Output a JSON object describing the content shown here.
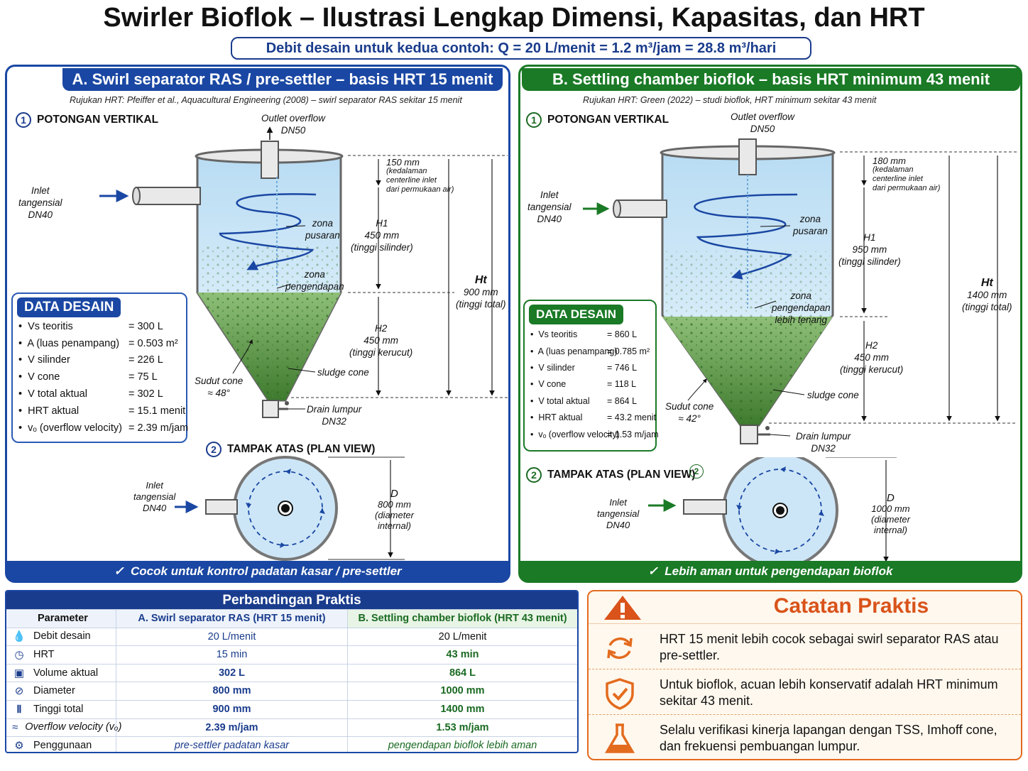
{
  "title": "Swirler Bioflok – Ilustrasi Lengkap Dimensi, Kapasitas, dan HRT",
  "subtitle": "Debit desain untuk kedua contoh: Q = 20 L/menit = 1.2 m³/jam = 28.8 m³/hari",
  "panelA": {
    "header": "A. Swirl separator RAS / pre-settler – basis HRT 15 menit",
    "ref": "Rujukan HRT: Pfeiffer et al., Aquacultural Engineering (2008) – swirl separator RAS sekitar 15 menit",
    "sec1_num": "1",
    "sec1": "POTONGAN VERTIKAL",
    "sec2_num": "2",
    "sec2": "TAMPAK ATAS (PLAN VIEW)",
    "outlet": [
      "Outlet overflow",
      "DN50"
    ],
    "inlet": [
      "Inlet",
      "tangensial",
      "DN40"
    ],
    "depth": [
      "150 mm",
      "(kedalaman",
      "centerline inlet",
      "dari permukaan air)"
    ],
    "zona_pusaran": [
      "zona",
      "pusaran"
    ],
    "zona_pengendapan": [
      "zona",
      "pengendapan"
    ],
    "h1": [
      "H1",
      "450 mm",
      "(tinggi silinder)"
    ],
    "h2": [
      "H2",
      "450 mm",
      "(tinggi kerucut)"
    ],
    "ht": [
      "Ht",
      "900 mm",
      "(tinggi total)"
    ],
    "sludge": "sludge cone",
    "angle": [
      "Sudut cone",
      "≈ 48°"
    ],
    "drain": [
      "Drain lumpur",
      "DN32"
    ],
    "plan_inlet": [
      "Inlet",
      "tangensial",
      "DN40"
    ],
    "diam": [
      "D",
      "800 mm",
      "(diameter",
      "internal)"
    ],
    "data_title": "DATA DESAIN",
    "data": [
      {
        "k": "Vs teoritis",
        "v": "= 300 L"
      },
      {
        "k": "A (luas penampang)",
        "v": "= 0.503 m²"
      },
      {
        "k": "V silinder",
        "v": "= 226 L"
      },
      {
        "k": "V cone",
        "v": "=   75 L"
      },
      {
        "k": "V total aktual",
        "v": "= 302 L"
      },
      {
        "k": "HRT aktual",
        "v": "= 15.1 menit"
      },
      {
        "k": "vₒ (overflow velocity)",
        "v": "= 2.39 m/jam"
      }
    ],
    "footer": "Cocok untuk kontrol padatan kasar / pre-settler"
  },
  "panelB": {
    "header": "B. Settling chamber bioflok – basis HRT minimum 43 menit",
    "ref": "Rujukan HRT:  Green (2022) – studi bioflok, HRT minimum sekitar 43 menit",
    "sec1_num": "1",
    "sec1": "POTONGAN VERTIKAL",
    "sec2_num": "2",
    "sec2": "TAMPAK ATAS (PLAN VIEW)",
    "sec2_extra": "2",
    "outlet": [
      "Outlet overflow",
      "DN50"
    ],
    "inlet": [
      "Inlet",
      "tangensial",
      "DN40"
    ],
    "depth": [
      "180 mm",
      "(kedalaman",
      "centerline inlet",
      "dari permukaan air)"
    ],
    "zona_pusaran": [
      "zona",
      "pusaran"
    ],
    "zona_pengendapan": [
      "zona",
      "pengendapan",
      "lebih tenang"
    ],
    "h1": [
      "H1",
      "950 mm",
      "(tinggi silinder)"
    ],
    "h2": [
      "H2",
      "450 mm",
      "(tinggi kerucut)"
    ],
    "ht": [
      "Ht",
      "1400 mm",
      "(tinggi total)"
    ],
    "sludge": "sludge cone",
    "angle": [
      "Sudut cone",
      "≈ 42°"
    ],
    "drain": [
      "Drain lumpur",
      "DN32"
    ],
    "plan_inlet": [
      "Inlet",
      "tangensial",
      "DN40"
    ],
    "diam": [
      "D",
      "1000 mm",
      "(diameter",
      "internal)"
    ],
    "data_title": "DATA DESAIN",
    "data": [
      {
        "k": "Vs teoritis",
        "v": "= 860 L"
      },
      {
        "k": "A (luas penampang)",
        "v": "= 0.785 m²"
      },
      {
        "k": "V silinder",
        "v": "= 746 L"
      },
      {
        "k": "V cone",
        "v": "= 118 L"
      },
      {
        "k": "V total aktual",
        "v": "= 864 L"
      },
      {
        "k": "HRT aktual",
        "v": "= 43.2 menit"
      },
      {
        "k": "vₒ (overflow velocity)",
        "v": "= 1.53 m/jam"
      }
    ],
    "footer": "Lebih aman untuk pengendapan bioflok"
  },
  "comparison": {
    "title": "Perbandingan Praktis",
    "headers": [
      "Parameter",
      "A. Swirl separator RAS (HRT 15 menit)",
      "B. Settling chamber bioflok (HRT 43 menit)"
    ],
    "rows": [
      {
        "icon": "droplet-icon",
        "p": "Debit desain",
        "a": "20 L/menit",
        "b": "20 L/menit"
      },
      {
        "icon": "clock-icon",
        "p": "HRT",
        "a": "15 min",
        "b": "43 min"
      },
      {
        "icon": "volume-icon",
        "p": "Volume aktual",
        "a": "302 L",
        "b": "864 L"
      },
      {
        "icon": "diameter-icon",
        "p": "Diameter",
        "a": "800 mm",
        "b": "1000 mm"
      },
      {
        "icon": "height-icon",
        "p": "Tinggi total",
        "a": "900 mm",
        "b": "1400 mm"
      },
      {
        "icon": "wave-icon",
        "p": "Overflow velocity (vₒ)",
        "a": "2.39 m/jam",
        "b": "1.53 m/jam"
      },
      {
        "icon": "gear-icon",
        "p": "Penggunaan",
        "a": "pre-settler padatan kasar",
        "b": "pengendapan bioflok lebih aman"
      }
    ]
  },
  "notes": {
    "title": "Catatan Praktis",
    "items": [
      {
        "icon": "refresh-icon",
        "text": "HRT 15 menit lebih cocok sebagai swirl separator RAS atau pre-settler."
      },
      {
        "icon": "shield-check-icon",
        "text": "Untuk bioflok, acuan lebih konservatif adalah HRT minimum sekitar 43 menit."
      },
      {
        "icon": "flask-icon",
        "text": "Selalu verifikasi kinerja lapangan dengan TSS, Imhoff cone, dan frekuensi pembuangan lumpur."
      }
    ]
  },
  "colors": {
    "blue": "#1a47a3",
    "green": "#1a7a26",
    "orange": "#e36b1e",
    "water": "#cfe6f6",
    "sludge": "#4e8a3a"
  }
}
